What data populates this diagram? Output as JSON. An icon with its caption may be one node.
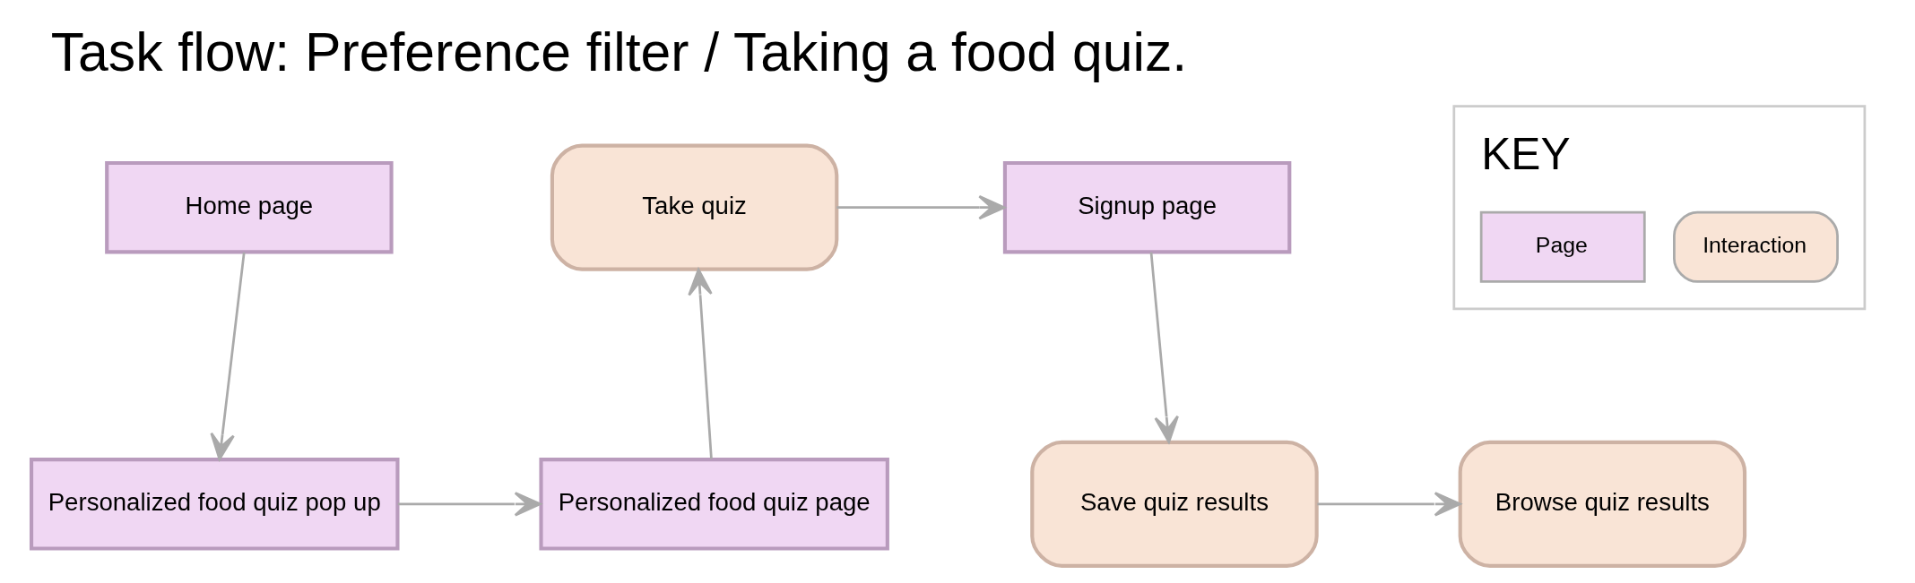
{
  "diagram": {
    "title": "Task flow: Preference filter / Taking a food quiz.",
    "nodes": [
      {
        "text": [
          "Home page"
        ]
      },
      {
        "text": [
          "Personalized food quiz pop up"
        ]
      },
      {
        "text": [
          "Personalized food quiz page"
        ]
      },
      {
        "text": [
          "Take quiz"
        ]
      },
      {
        "text": [
          "Signup page"
        ]
      },
      {
        "text": [
          "Save quiz results"
        ]
      },
      {
        "text": [
          "Browse quiz results"
        ]
      }
    ],
    "edges": [
      {
        "from": 0,
        "to": 1,
        "arrow": "to"
      },
      {
        "from": 1,
        "to": 2,
        "arrow": "to"
      },
      {
        "from": 2,
        "to": 3,
        "arrow": "to"
      },
      {
        "from": 3,
        "to": 4,
        "arrow": "to"
      },
      {
        "from": 4,
        "to": 5,
        "arrow": "to"
      },
      {
        "from": 5,
        "to": 6,
        "arrow": "to"
      }
    ],
    "labels": [
      "KEY"
    ],
    "legend": [
      {
        "text": "Page",
        "color": "#f0d7f3"
      },
      {
        "text": "Interaction",
        "color": "#f9e4d6"
      }
    ]
  }
}
